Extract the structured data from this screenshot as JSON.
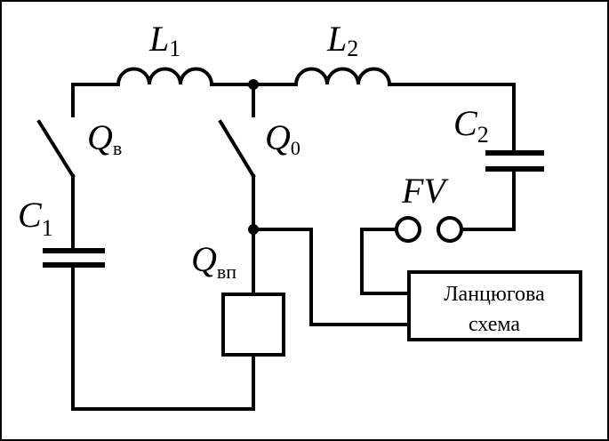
{
  "labels": {
    "l1": {
      "main": "L",
      "sub": "1"
    },
    "l2": {
      "main": "L",
      "sub": "2"
    },
    "qv": {
      "main": "Q",
      "sub": "в"
    },
    "q0": {
      "main": "Q",
      "sub": "0"
    },
    "qvp": {
      "main": "Q",
      "sub": "вп"
    },
    "c1": {
      "main": "C",
      "sub": "1"
    },
    "c2": {
      "main": "C",
      "sub": "2"
    },
    "fv": "FV"
  },
  "block": {
    "line1": "Ланцюгова",
    "line2": "схема"
  }
}
